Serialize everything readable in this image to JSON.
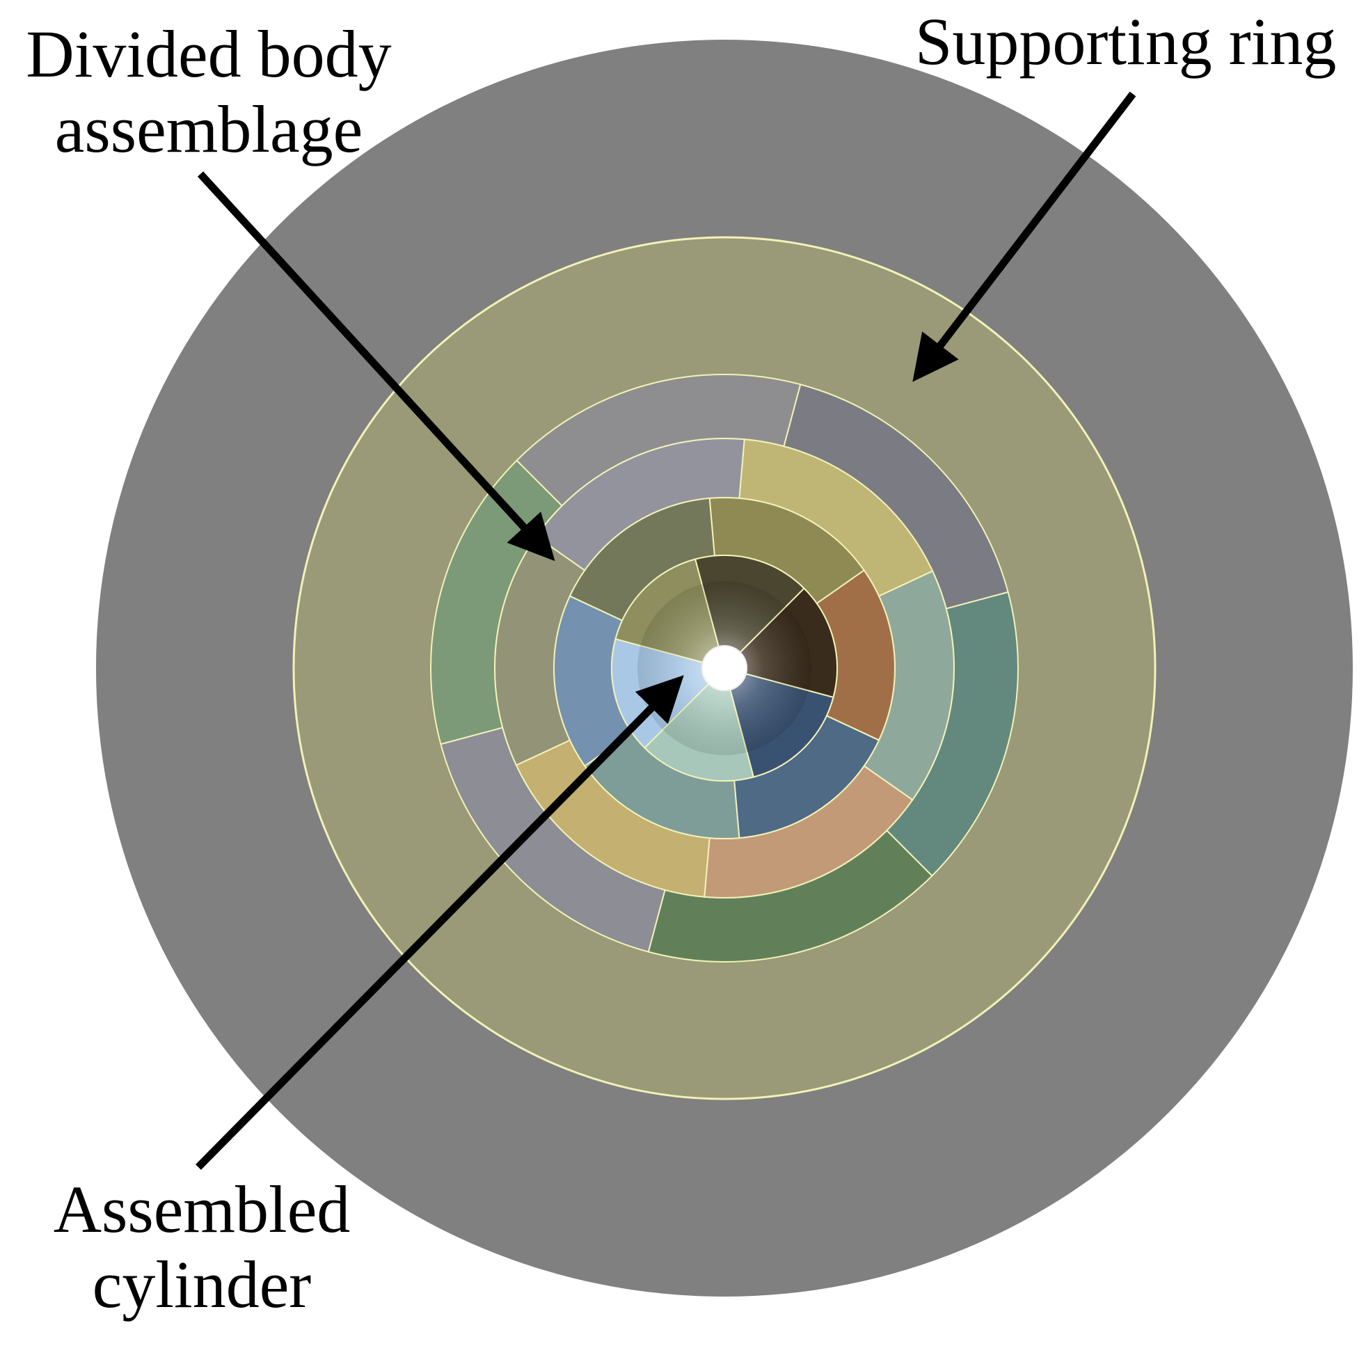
{
  "labels": {
    "divided_body": {
      "line1": "Divided body",
      "line2": "assemblage"
    },
    "supporting_ring": {
      "line1": "Supporting ring"
    },
    "assembled_cylinder": {
      "line1": "Assembled",
      "line2": "cylinder"
    }
  },
  "colors": {
    "background": "#ffffff",
    "outer_disc": "#808080",
    "supporting_ring": "#9a9a78",
    "seam": "#f2f2b8",
    "arrow": "#000000",
    "center_hole": "#ffffff"
  },
  "rings": [
    {
      "name": "divided-body-outer-ring",
      "segments": [
        {
          "color": "#7b7b84"
        },
        {
          "color": "#63887d"
        },
        {
          "color": "#61805a"
        },
        {
          "color": "#8d8d96"
        },
        {
          "color": "#7c9a78"
        },
        {
          "color": "#8e8e90"
        }
      ]
    },
    {
      "name": "divided-body-middle-ring",
      "segments": [
        {
          "color": "#bfb574"
        },
        {
          "color": "#8fa89c"
        },
        {
          "color": "#c29a78"
        },
        {
          "color": "#c4b070"
        },
        {
          "color": "#939378"
        },
        {
          "color": "#93939e"
        }
      ]
    },
    {
      "name": "divided-body-inner-ring",
      "segments": [
        {
          "color": "#8f8a54"
        },
        {
          "color": "#a06f48"
        },
        {
          "color": "#4e6a85"
        },
        {
          "color": "#7f9d98"
        },
        {
          "color": "#7591b0"
        },
        {
          "color": "#74785a"
        }
      ]
    },
    {
      "name": "assembled-cylinder-ring",
      "segments": [
        {
          "color": "#4a4630"
        },
        {
          "color": "#3a2c1c"
        },
        {
          "color": "#3a5272"
        },
        {
          "color": "#a6c7ba"
        },
        {
          "color": "#a8c8e6"
        },
        {
          "color": "#8e8e5e"
        }
      ]
    }
  ]
}
